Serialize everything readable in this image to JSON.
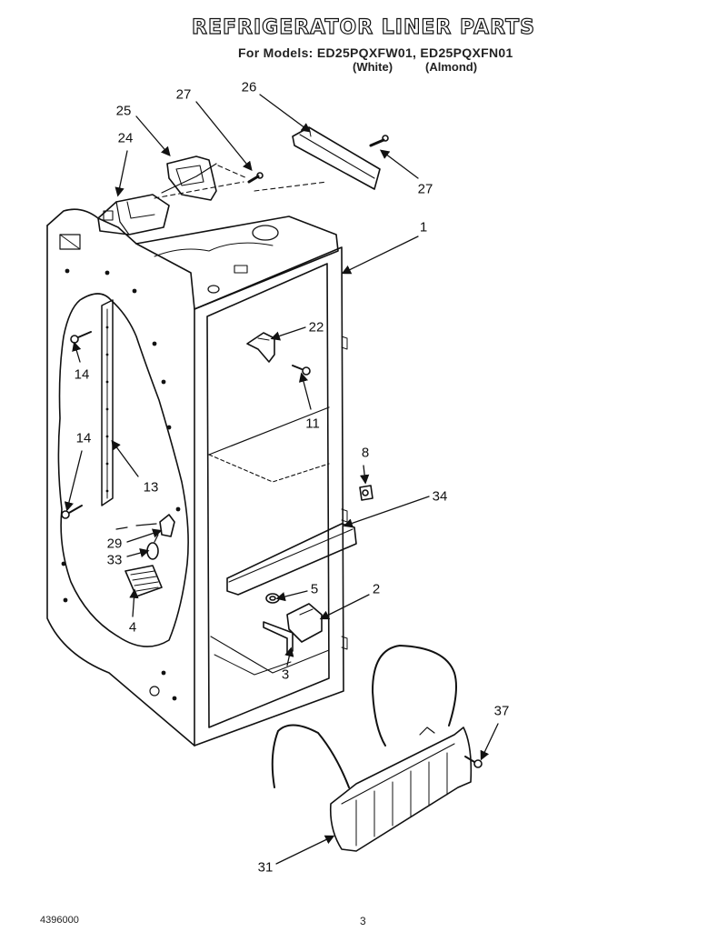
{
  "header": {
    "title": "REFRIGERATOR LINER PARTS",
    "models": "For Models: ED25PQXFW01, ED25PQXFN01",
    "variant_white": "(White)",
    "variant_almond": "(Almond)"
  },
  "callouts": {
    "c27a": "27",
    "c26": "26",
    "c25": "25",
    "c24": "24",
    "c27b": "27",
    "c1": "1",
    "c22": "22",
    "c11": "11",
    "c14a": "14",
    "c14b": "14",
    "c13": "13",
    "c8": "8",
    "c34": "34",
    "c29": "29",
    "c33": "33",
    "c5": "5",
    "c2": "2",
    "c4": "4",
    "c3": "3",
    "c37": "37",
    "c31": "31"
  },
  "footer": {
    "doc_number": "4396000",
    "page": "3"
  }
}
